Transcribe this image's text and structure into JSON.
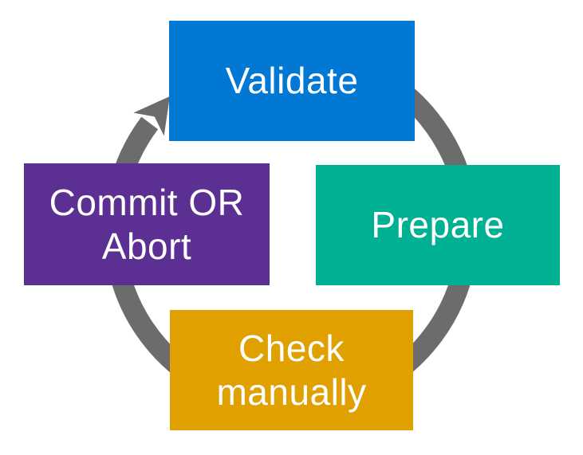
{
  "diagram": {
    "type": "cycle",
    "direction": "clockwise",
    "background_color": "#ffffff",
    "arrow_color": "#6C6C6C",
    "text_color": "#ffffff",
    "steps": [
      {
        "id": "validate",
        "label": "Validate",
        "color": "#0078D4",
        "position": "top"
      },
      {
        "id": "prepare",
        "label": "Prepare",
        "color": "#00B093",
        "position": "right"
      },
      {
        "id": "check-manually",
        "label": "Check\nmanually",
        "color": "#E0A100",
        "position": "bottom"
      },
      {
        "id": "commit-or-abort",
        "label": "Commit OR\nAbort",
        "color": "#5C3092",
        "position": "left"
      }
    ]
  }
}
